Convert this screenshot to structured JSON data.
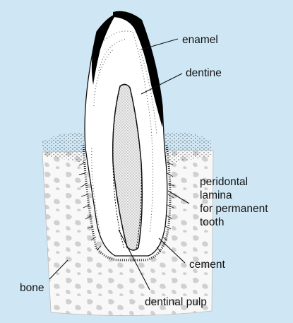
{
  "colors": {
    "background": "#cfe7f5",
    "bone": "#f7f8f7",
    "bone_pattern": "#cfd0cf",
    "enamel": "#000000",
    "dentine": "#ffffff",
    "pulp": "#d4d4d4",
    "ink": "#111111"
  },
  "labels": {
    "enamel": "enamel",
    "dentine": "dentine",
    "periodontal_line1": "peridontal",
    "periodontal_line2": "lamina",
    "periodontal_line3": "for permanent",
    "periodontal_line4": "tooth",
    "cement": "cement",
    "bone": "bone",
    "dentinal_pulp": "dentinal pulp"
  }
}
